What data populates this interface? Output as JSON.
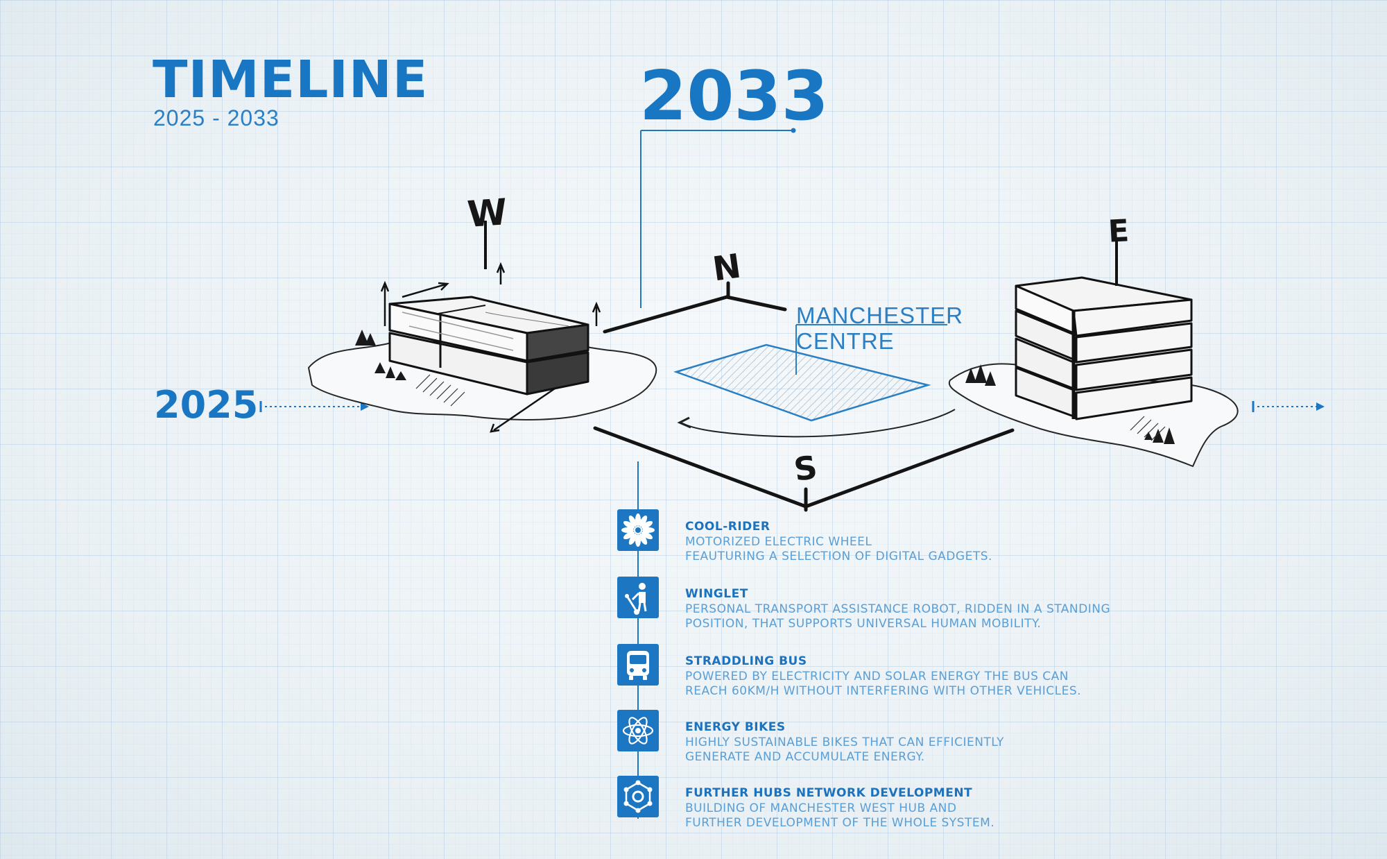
{
  "header": {
    "title": "TIMELINE",
    "subtitle": "2025 - 2033"
  },
  "timeline": {
    "end_year": "2033",
    "start_year": "2025"
  },
  "map": {
    "place_label_line1": "MANCHESTER",
    "place_label_line2": "CENTRE",
    "compass": {
      "west": "W",
      "north": "N",
      "east": "E",
      "south": "S"
    }
  },
  "features": [
    {
      "icon": "wheel-icon",
      "title": "COOL-RIDER",
      "desc_line1": "MOTORIZED ELECTRIC WHEEL",
      "desc_line2": "FEAUTURING A SELECTION OF DIGITAL GADGETS."
    },
    {
      "icon": "standing-robot-icon",
      "title": "WINGLET",
      "desc_line1": "PERSONAL TRANSPORT ASSISTANCE ROBOT, RIDDEN IN A STANDING",
      "desc_line2": "POSITION, THAT SUPPORTS UNIVERSAL HUMAN MOBILITY."
    },
    {
      "icon": "bus-icon",
      "title": "STRADDLING BUS",
      "desc_line1": "POWERED BY ELECTRICITY AND SOLAR ENERGY THE BUS CAN",
      "desc_line2": "REACH 60KM/H WITHOUT INTERFERING WITH OTHER VEHICLES."
    },
    {
      "icon": "atom-icon",
      "title": "ENERGY BIKES",
      "desc_line1": "HIGHLY SUSTAINABLE BIKES THAT CAN EFFICIENTLY",
      "desc_line2": "GENERATE AND ACCUMULATE ENERGY."
    },
    {
      "icon": "network-hub-icon",
      "title": "FURTHER HUBS NETWORK DEVELOPMENT",
      "desc_line1": "BUILDING OF MANCHESTER WEST HUB AND",
      "desc_line2": "FURTHER DEVELOPMENT OF THE WHOLE SYSTEM."
    }
  ],
  "colors": {
    "accent": "#1976c2",
    "ink": "#161616",
    "background": "#eef4f7"
  }
}
